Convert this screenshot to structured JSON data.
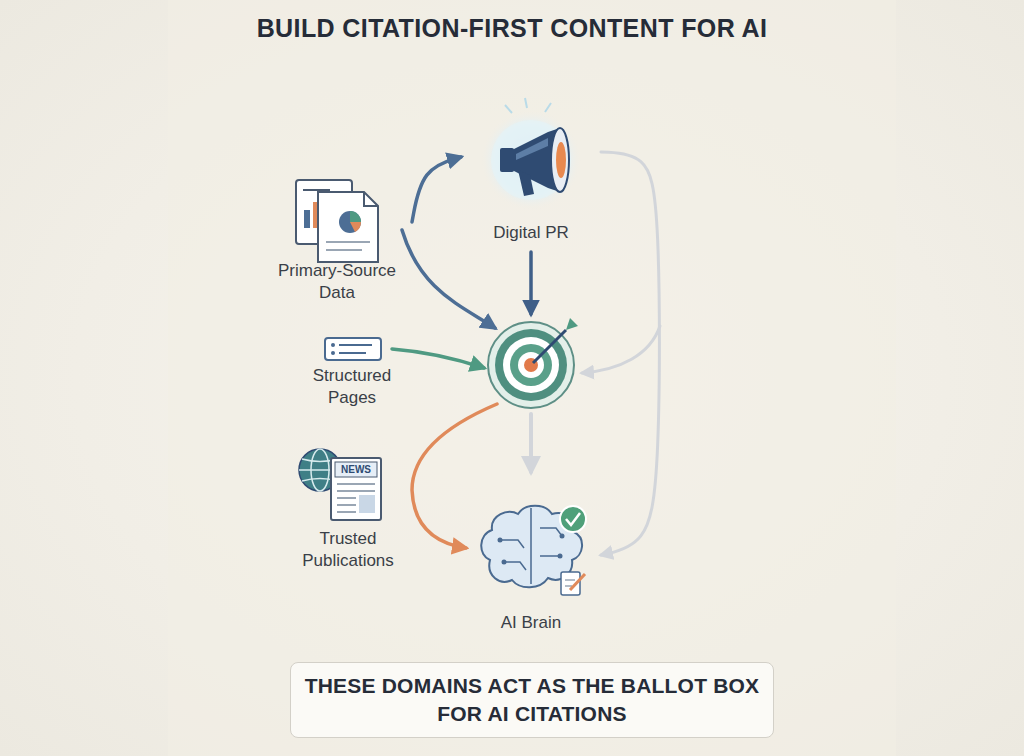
{
  "diagram": {
    "title": "BUILD CITATION-FIRST CONTENT FOR AI",
    "caption": "THESE DOMAINS ACT AS THE BALLOT BOX FOR AI CITATIONS",
    "nodes": [
      {
        "text": [
          "Digital PR"
        ]
      },
      {
        "text": [
          "Primary-Source Data"
        ]
      },
      {
        "text": [
          "Structured Pages"
        ]
      },
      {
        "text": [
          "Trusted Publications"
        ]
      },
      {
        "text": [
          "AI Brain"
        ]
      }
    ],
    "edges": [
      {
        "from": 1,
        "to": 0,
        "arrow": "to"
      },
      {
        "from": 0,
        "to": 4,
        "arrow": "to"
      }
    ],
    "labels": [
      "NEWS"
    ]
  }
}
